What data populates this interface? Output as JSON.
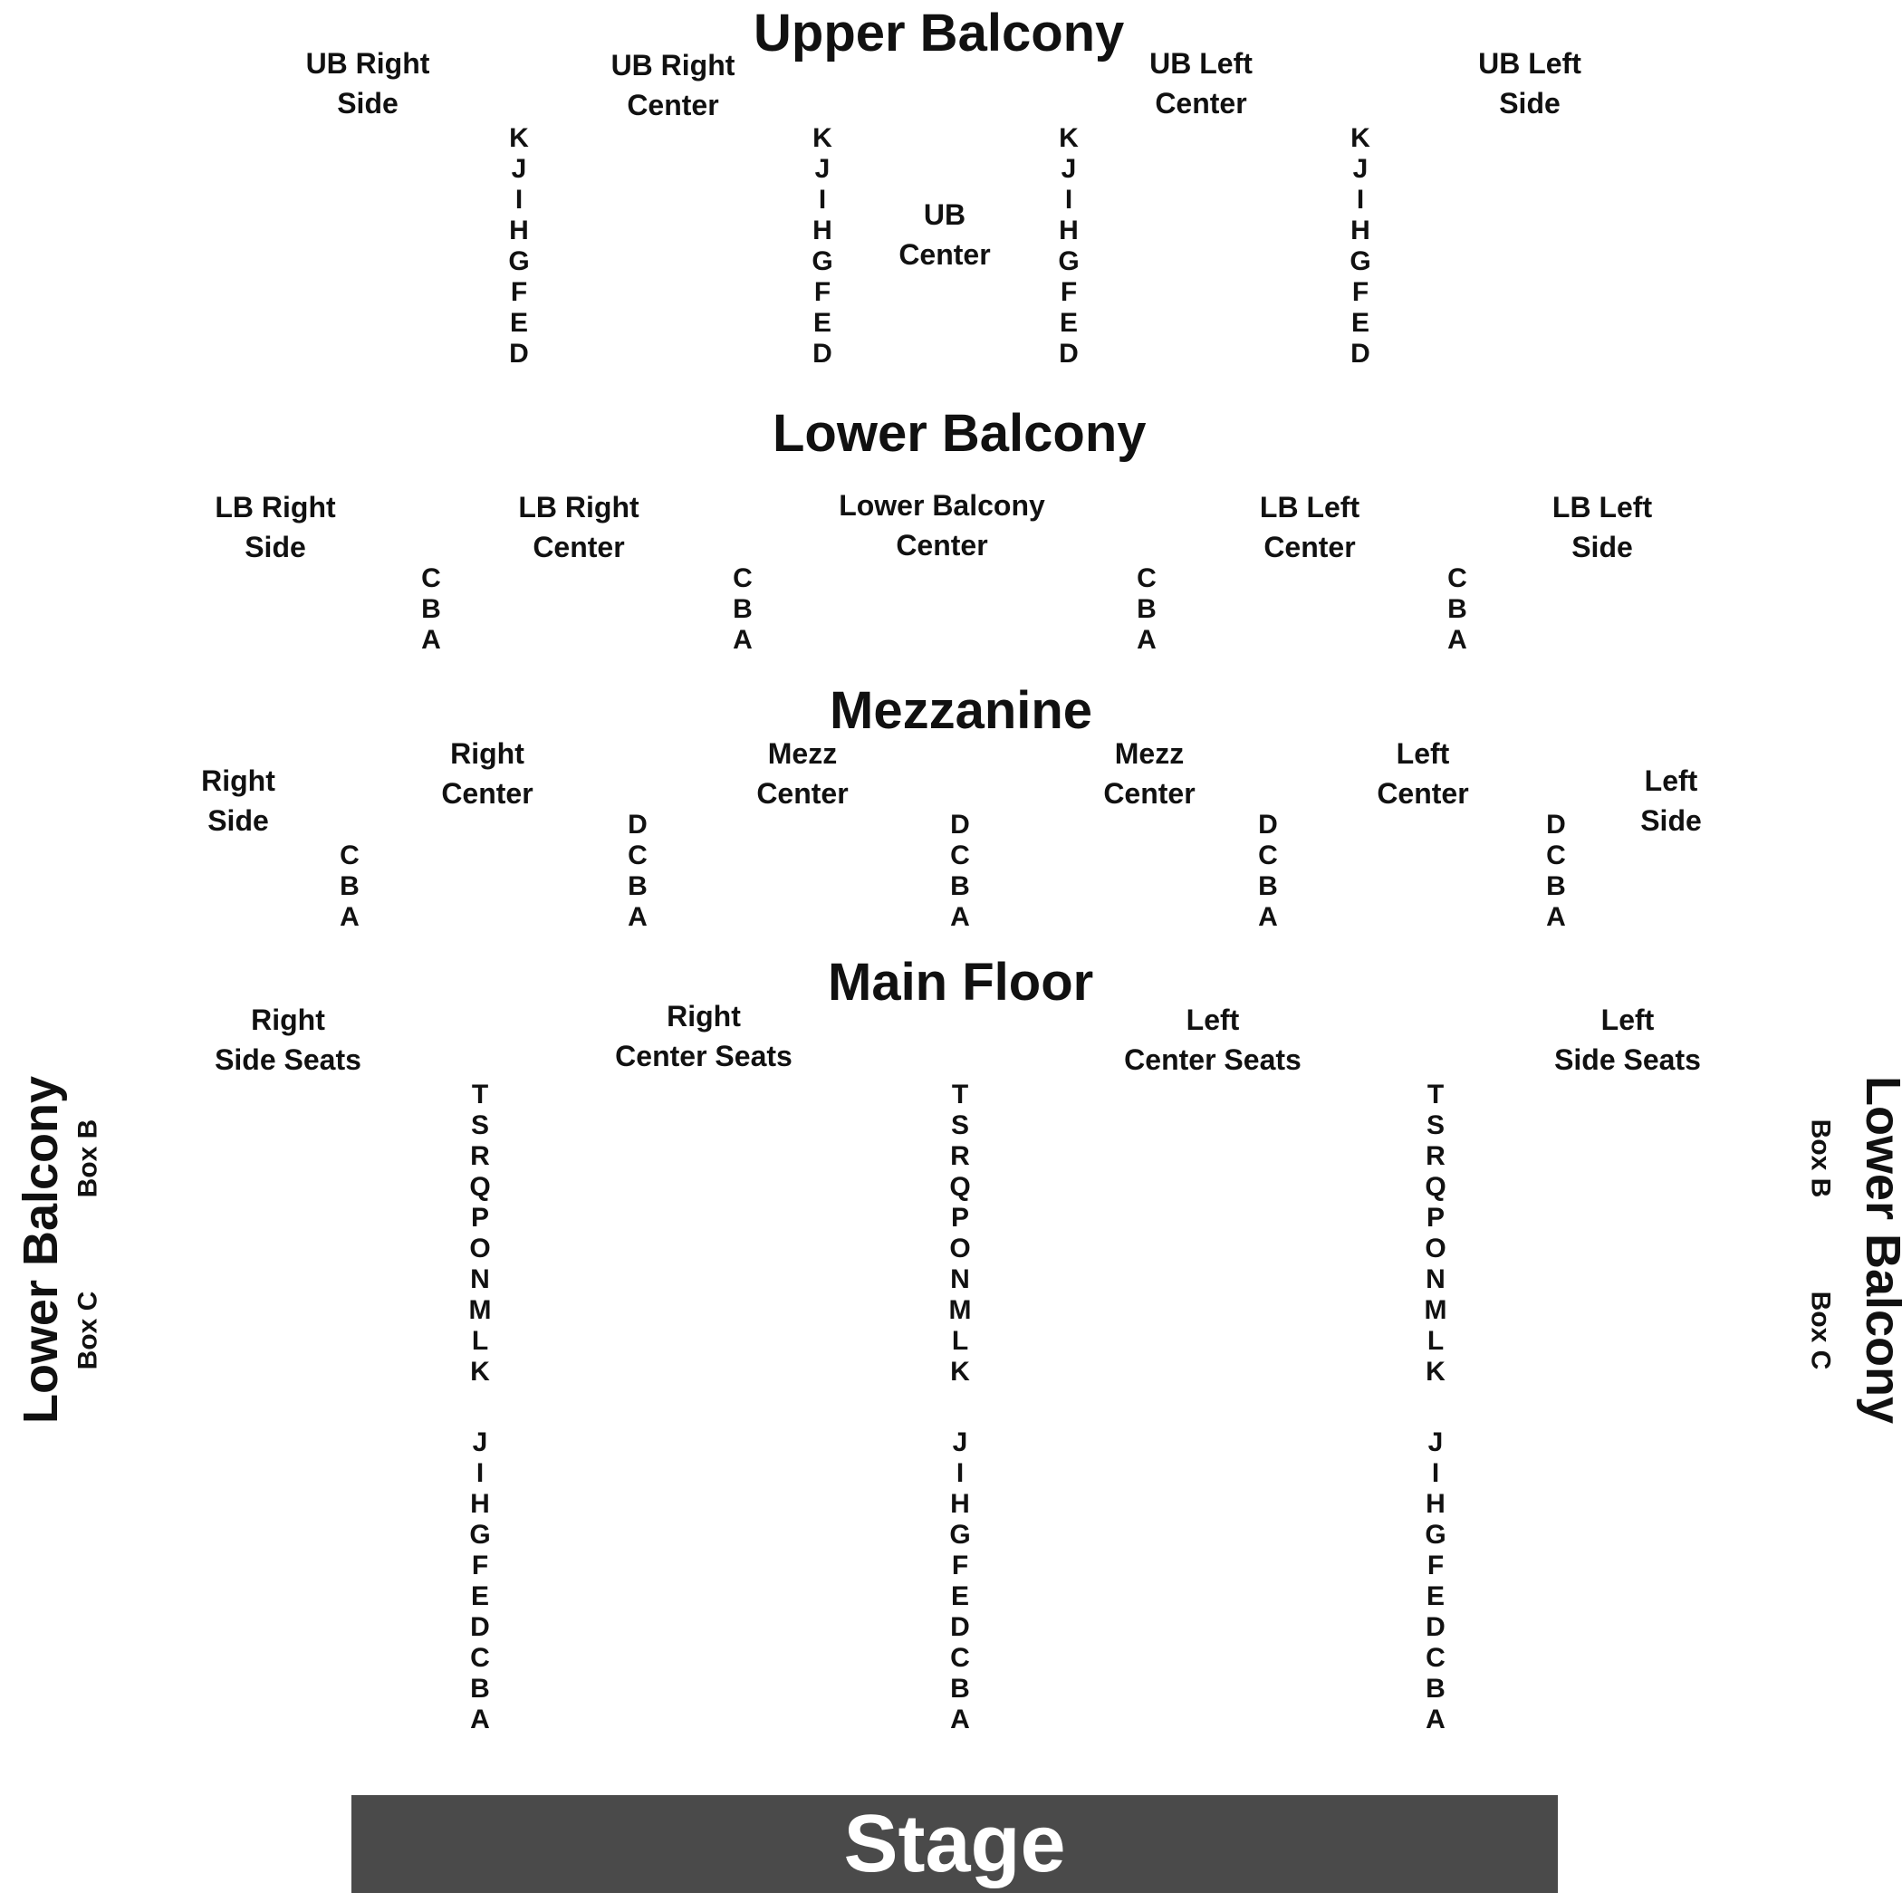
{
  "upper_balcony": {
    "title": "Upper Balcony",
    "sections": [
      "UB Right\nSide",
      "UB Right\nCenter",
      "UB\nCenter",
      "UB Left\nCenter",
      "UB Left\nSide"
    ],
    "rows": [
      "K",
      "J",
      "I",
      "H",
      "G",
      "F",
      "E",
      "D"
    ]
  },
  "lower_balcony": {
    "title": "Lower Balcony",
    "sections": [
      "LB Right\nSide",
      "LB Right\nCenter",
      "Lower Balcony\nCenter",
      "LB Left\nCenter",
      "LB Left\nSide"
    ],
    "rows": [
      "C",
      "B",
      "A"
    ]
  },
  "mezzanine": {
    "title": "Mezzanine",
    "sections": [
      "Right\nSide",
      "Right\nCenter",
      "Mezz\nCenter",
      "Mezz\nCenter",
      "Left\nCenter",
      "Left\nSide"
    ],
    "rows_short": [
      "C",
      "B",
      "A"
    ],
    "rows": [
      "D",
      "C",
      "B",
      "A"
    ]
  },
  "main_floor": {
    "title": "Main Floor",
    "sections": [
      "Right\nSide Seats",
      "Right\nCenter Seats",
      "Left\nCenter Seats",
      "Left\nSide Seats"
    ],
    "rows_back": [
      "T",
      "S",
      "R",
      "Q",
      "P",
      "O",
      "N",
      "M",
      "L",
      "K"
    ],
    "rows_front": [
      "J",
      "I",
      "H",
      "G",
      "F",
      "E",
      "D",
      "C",
      "B",
      "A"
    ]
  },
  "side_boxes": {
    "left": {
      "title": "Lower Balcony",
      "box_b": "Box B",
      "box_c": "Box C"
    },
    "right": {
      "title": "Lower Balcony",
      "box_b": "Box B",
      "box_c": "Box C"
    }
  },
  "stage": {
    "label": "Stage"
  }
}
